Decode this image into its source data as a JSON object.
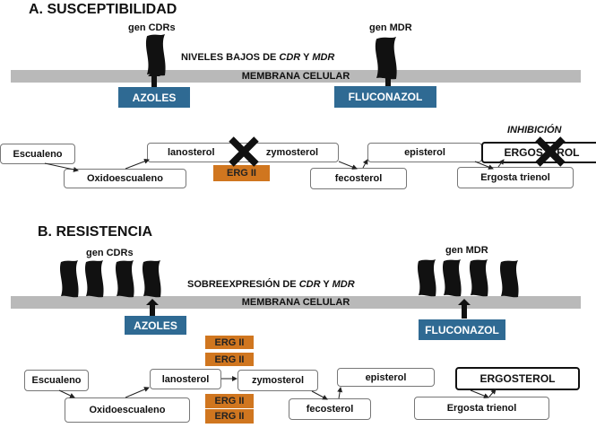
{
  "sectionA": {
    "title": "A. SUSCEPTIBILIDAD",
    "gene_cdr": "gen CDRs",
    "gene_mdr": "gen MDR",
    "expression_prefix": "NIVELES BAJOS DE ",
    "cdr": "CDR",
    "y": " Y ",
    "mdr": "MDR",
    "membrane": "MEMBRANA CELULAR",
    "drug1": "AZOLES",
    "drug2": "FLUCONAZOL",
    "enzyme": "ERG II",
    "inhibition": "INHIBICIÓN",
    "nodes": {
      "escualeno": "Escualeno",
      "oxidoescualeno": "Oxidoescualeno",
      "lanosterol": "lanosterol",
      "zymosterol": "zymosterol",
      "fecosterol": "fecosterol",
      "episterol": "episterol",
      "ergosta": "Ergosta trienol",
      "ergosterol": "ERGOSTEROL"
    }
  },
  "sectionB": {
    "title": "B.  RESISTENCIA",
    "gene_cdr": "gen CDRs",
    "gene_mdr": "gen MDR",
    "expression_prefix": "SOBREEXPRESIÓN DE ",
    "cdr": "CDR",
    "y": " Y ",
    "mdr": "MDR",
    "membrane": "MEMBRANA CELULAR",
    "drug1": "AZOLES",
    "drug2": "FLUCONAZOL",
    "enzymes": [
      "ERG II",
      "ERG II",
      "ERG II",
      "ERG II"
    ],
    "nodes": {
      "escualeno": "Escualeno",
      "oxidoescualeno": "Oxidoescualeno",
      "lanosterol": "lanosterol",
      "zymosterol": "zymosterol",
      "fecosterol": "fecosterol",
      "episterol": "episterol",
      "ergosta": "Ergosta trienol",
      "ergosterol": "ERGOSTEROL"
    }
  },
  "colors": {
    "membrane": "#b9b9b9",
    "drug": "#2f6a93",
    "enzyme": "#d0761f"
  }
}
